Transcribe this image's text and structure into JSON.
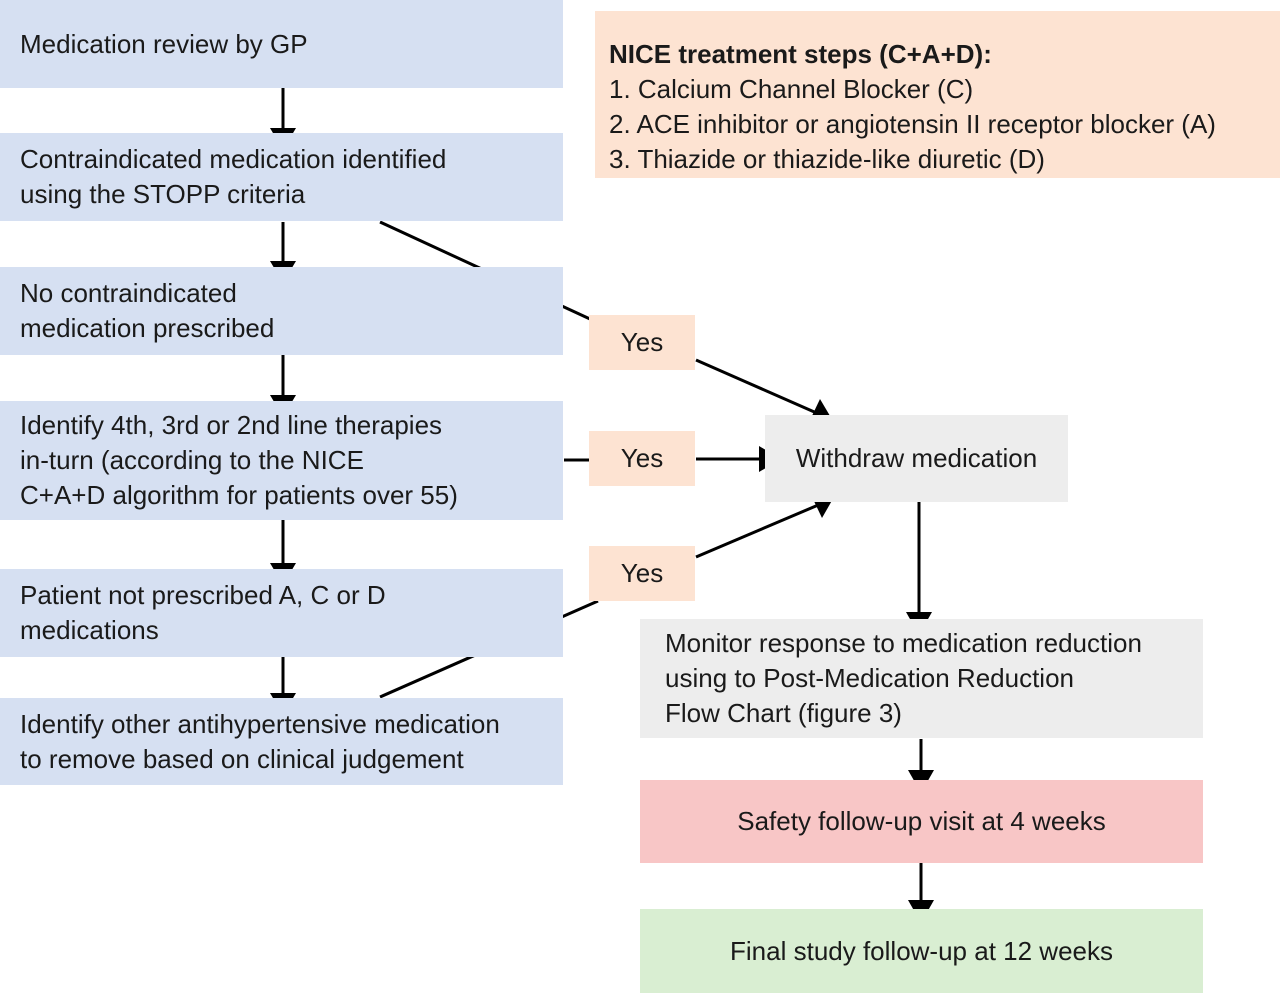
{
  "steps": {
    "review": [
      "Medication review by GP"
    ],
    "contra": [
      "Contraindicated medication identified",
      "using the STOPP criteria"
    ],
    "nocontra": [
      "No contraindicated",
      "medication prescribed"
    ],
    "identify": [
      "Identify 4th, 3rd or 2nd line therapies",
      "in-turn (according to the NICE",
      "C+A+D algorithm for patients over 55)"
    ],
    "notprescribed": [
      "Patient not prescribed A, C or D",
      "medications"
    ],
    "other": [
      "Identify other antihypertensive medication",
      "to remove based on clinical judgement"
    ]
  },
  "nice": {
    "title": "NICE treatment steps (C+A+D):",
    "items": [
      "1. Calcium Channel Blocker (C)",
      "2. ACE inhibitor or angiotensin II receptor blocker (A)",
      "3. Thiazide or thiazide-like diuretic (D)"
    ]
  },
  "yes_labels": [
    "Yes",
    "Yes",
    "Yes"
  ],
  "withdraw": "Withdraw medication",
  "monitor": [
    "Monitor response to medication reduction",
    "using to Post-Medication Reduction",
    "Flow Chart (figure 3)"
  ],
  "safety": "Safety follow-up visit at 4 weeks",
  "final": "Final study follow-up at 12 weeks",
  "colors": {
    "step_blue": "#d6e0f2",
    "label_peach": "#fde3d2",
    "action_grey": "#ededed",
    "safety_red": "#f8c6c6",
    "final_green": "#d9eed2",
    "arrow": "#000000"
  }
}
